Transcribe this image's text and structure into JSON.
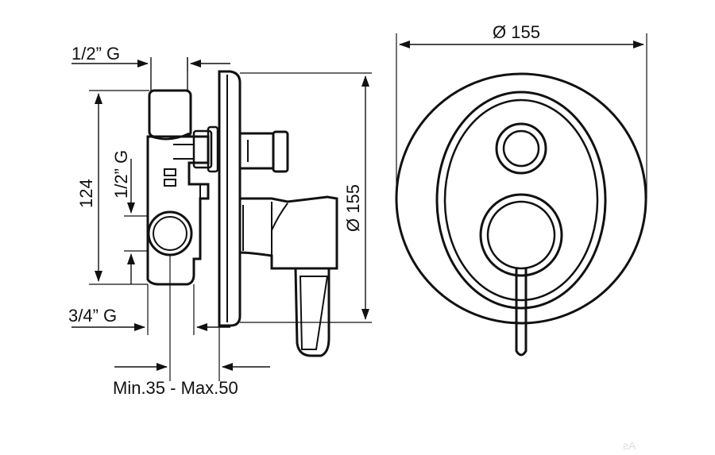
{
  "labels": {
    "thread_top": "1/2” G",
    "thread_mid": "1/2” G",
    "thread_bottom": "3/4” G",
    "height": "124",
    "depth_range": "Min.35 - Max.50",
    "side_diameter": "Ø 155",
    "front_diameter": "Ø 155"
  },
  "colors": {
    "line": "#111111",
    "background": "#ffffff"
  }
}
